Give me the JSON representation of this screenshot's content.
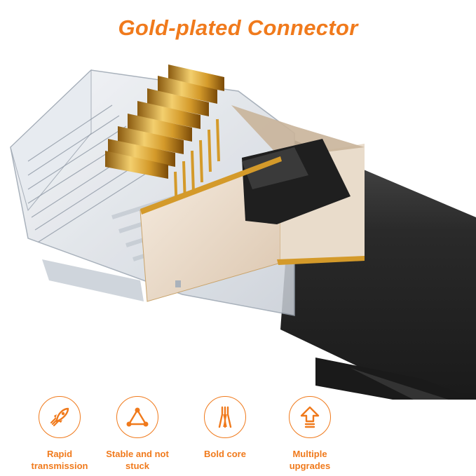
{
  "title": "Gold-plated Connector",
  "colors": {
    "accent": "#f07a1c",
    "gold": "#d4a23a",
    "cable": "#2b2b2b"
  },
  "features": [
    {
      "icon": "rocket-icon",
      "label_line1": "Rapid",
      "label_line2": "transmission"
    },
    {
      "icon": "triangle-network-icon",
      "label_line1": "Stable and not",
      "label_line2": "stuck"
    },
    {
      "icon": "cable-core-icon",
      "label_line1": "Bold core",
      "label_line2": ""
    },
    {
      "icon": "upgrade-arrow-icon",
      "label_line1": "Multiple",
      "label_line2": "upgrades"
    }
  ]
}
